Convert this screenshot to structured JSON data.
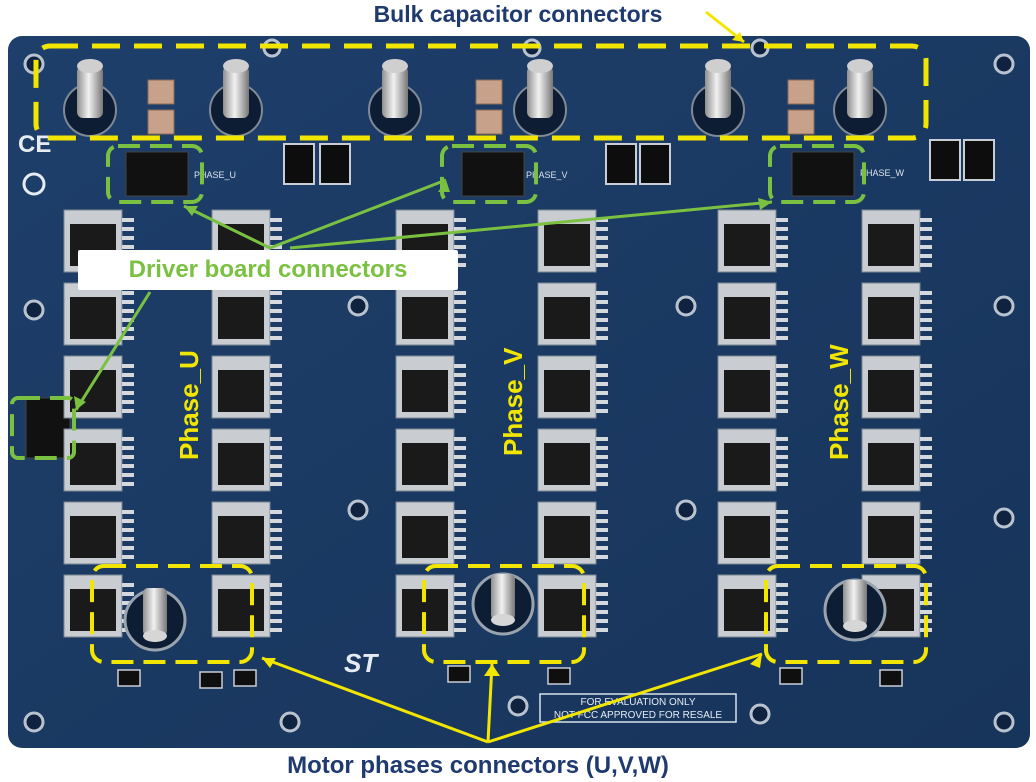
{
  "annotations": {
    "bulk_capacitor_label": "Bulk capacitor connectors",
    "driver_board_label": "Driver board connectors",
    "motor_phases_label": "Motor phases connectors (U,V,W)"
  },
  "board": {
    "phase_u_label": "Phase_U",
    "phase_v_label": "Phase_V",
    "phase_w_label": "Phase_W",
    "silk_phase_u": "PHASE_U",
    "silk_phase_v": "PHASE_V",
    "silk_phase_w": "PHASE_W",
    "eval_notice_line1": "FOR EVALUATION ONLY",
    "eval_notice_line2": "NOT FCC APPROVED FOR RESALE",
    "logo": "ST",
    "ce_mark": "CE"
  },
  "colors": {
    "pcb": "#1c3a63",
    "pcb_dark": "#14294a",
    "annotation_yellow": "#f2e600",
    "annotation_green": "#7ac142",
    "title_blue": "#1f3a6e"
  }
}
